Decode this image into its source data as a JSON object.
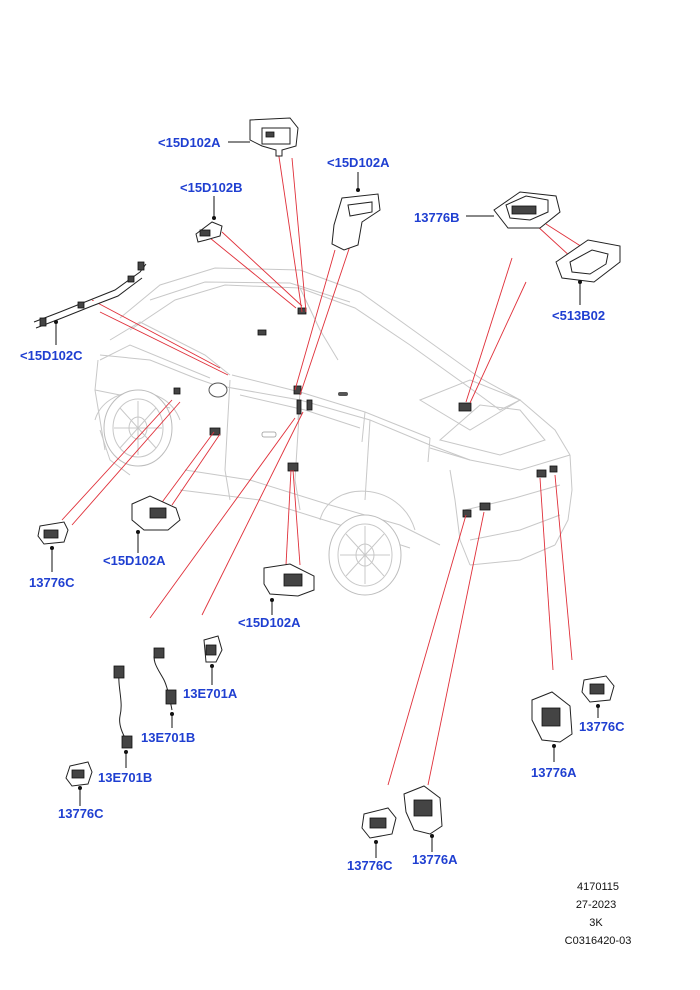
{
  "callouts": {
    "c1": "<15D102A",
    "c2": "<15D102A",
    "c3": "<15D102B",
    "c4": "13776B",
    "c5": "<513B02",
    "c6": "<15D102C",
    "c7": "13776C",
    "c8": "<15D102A",
    "c9": "<15D102A",
    "c10": "13E701A",
    "c11": "13E701B",
    "c12": "13E701B",
    "c13": "13776C",
    "c14": "13776C",
    "c15": "13776A",
    "c16": "13776C",
    "c17": "13776A"
  },
  "reference": {
    "line1": "4170115",
    "line2": "27-2023",
    "line3": "3K",
    "line4": "C0316420-03"
  },
  "colors": {
    "callout_text": "#1f3fd1",
    "leader_lines": "#e0303a",
    "vehicle_outline": "#c8c8c8"
  }
}
